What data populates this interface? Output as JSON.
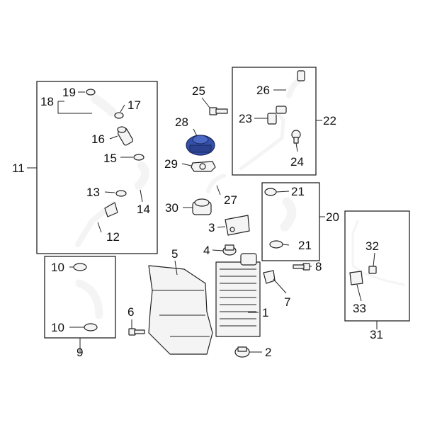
{
  "callouts": {
    "c1": "1",
    "c2": "2",
    "c3": "3",
    "c4": "4",
    "c5": "5",
    "c6": "6",
    "c7": "7",
    "c8": "8",
    "c9": "9",
    "c10a": "10",
    "c10b": "10",
    "c11": "11",
    "c12": "12",
    "c13": "13",
    "c14": "14",
    "c15": "15",
    "c16": "16",
    "c17": "17",
    "c18": "18",
    "c19": "19",
    "c20": "20",
    "c21a": "21",
    "c21b": "21",
    "c22": "22",
    "c23": "23",
    "c24": "24",
    "c25": "25",
    "c26": "26",
    "c27": "27",
    "c28": "28",
    "c29": "29",
    "c30": "30",
    "c31": "31",
    "c32": "32",
    "c33": "33"
  },
  "colors": {
    "highlight_part": "#3550a8",
    "line": "#222222",
    "background": "#ffffff"
  }
}
